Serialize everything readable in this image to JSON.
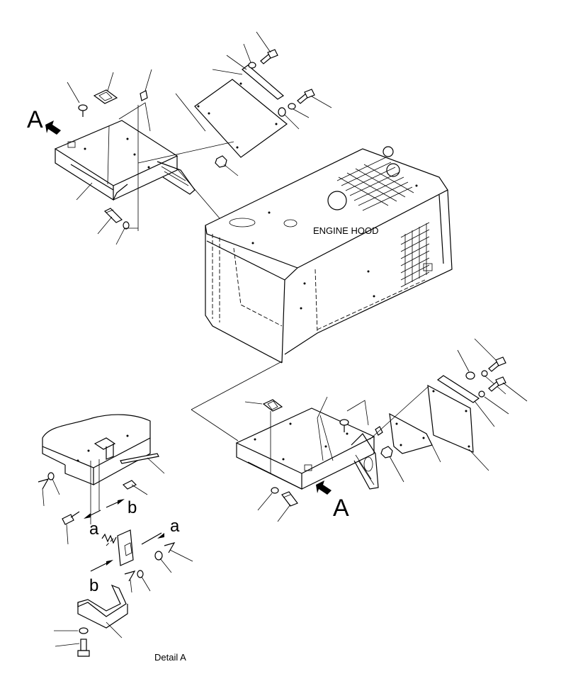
{
  "labels": {
    "engine_hood": "ENGINE HOOD",
    "view_a": "A",
    "mark_a": "a",
    "mark_b": "b",
    "detail_caption": "Detail A"
  },
  "colors": {
    "line": "#000000",
    "background": "#ffffff"
  },
  "icons": [
    "arrow-icon",
    "bolt-icon",
    "washer-icon",
    "nut-icon",
    "clip-icon"
  ]
}
